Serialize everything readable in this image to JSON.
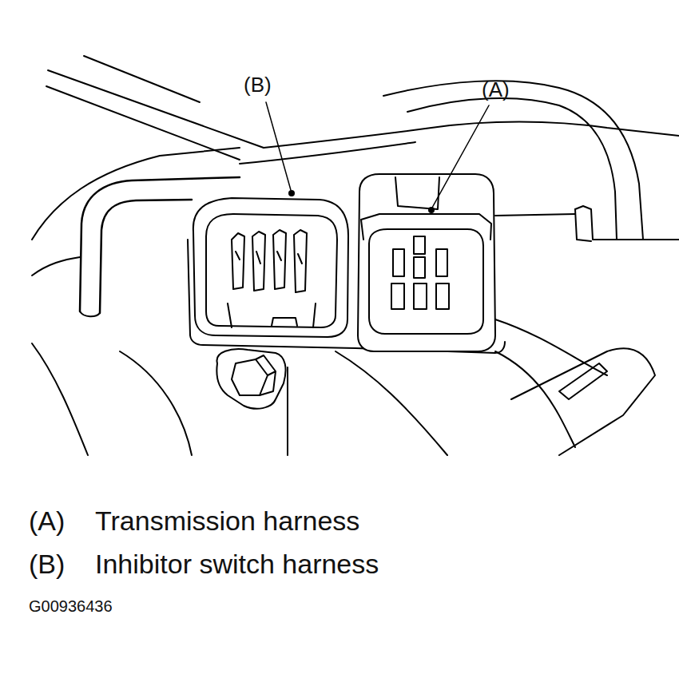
{
  "diagram": {
    "labels": [
      "(B)",
      "(A)",
      "(A)",
      "Transmission harness",
      "(B)",
      "Inhibitor switch harness",
      "G00936436"
    ]
  }
}
